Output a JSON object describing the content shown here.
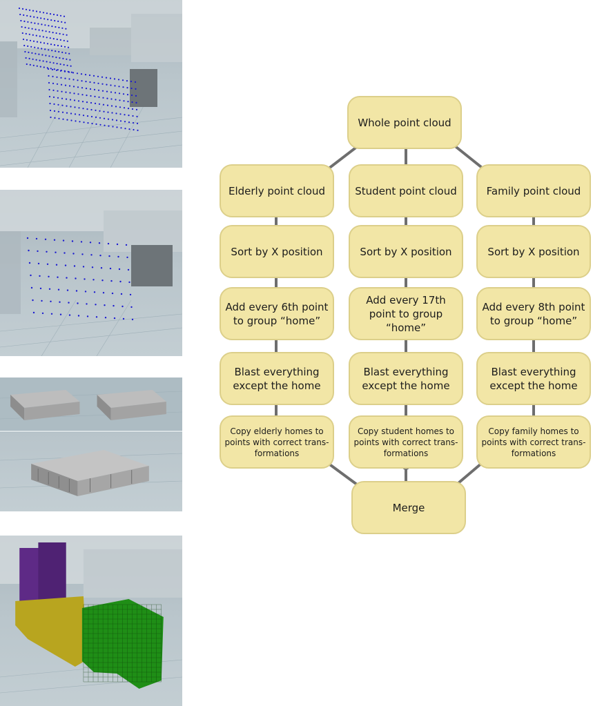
{
  "colors": {
    "node_fill": "#f2e6a6",
    "node_border": "#dccf8a",
    "arrow": "#6e6e6e",
    "point_cloud": "#1a1ad0",
    "elderly_building": "#5e2a86",
    "student_building": "#b8a51f",
    "family_building": "#1f8e16"
  },
  "thumbnails": [
    {
      "name": "dense-point-cloud-render"
    },
    {
      "name": "sparse-point-cloud-render"
    },
    {
      "name": "home-models-render"
    },
    {
      "name": "colored-buildings-render"
    }
  ],
  "flowchart": {
    "root": "Whole point cloud",
    "columns": [
      {
        "cloud": "Elderly point cloud",
        "sort": "Sort by X position",
        "add": "Add every 6th point to group “home”",
        "blast": "Blast everything except the home",
        "copy": "Copy elderly homes to points with correct trans-formations"
      },
      {
        "cloud": "Student point cloud",
        "sort": "Sort by X position",
        "add": "Add every 17th point to group “home”",
        "blast": "Blast everything except the home",
        "copy": "Copy student homes to points with correct trans-formations"
      },
      {
        "cloud": "Family point cloud",
        "sort": "Sort by X position",
        "add": "Add every 8th point to group “home”",
        "blast": "Blast everything except the home",
        "copy": "Copy family homes to points with correct trans-formations"
      }
    ],
    "merge": "Merge"
  }
}
